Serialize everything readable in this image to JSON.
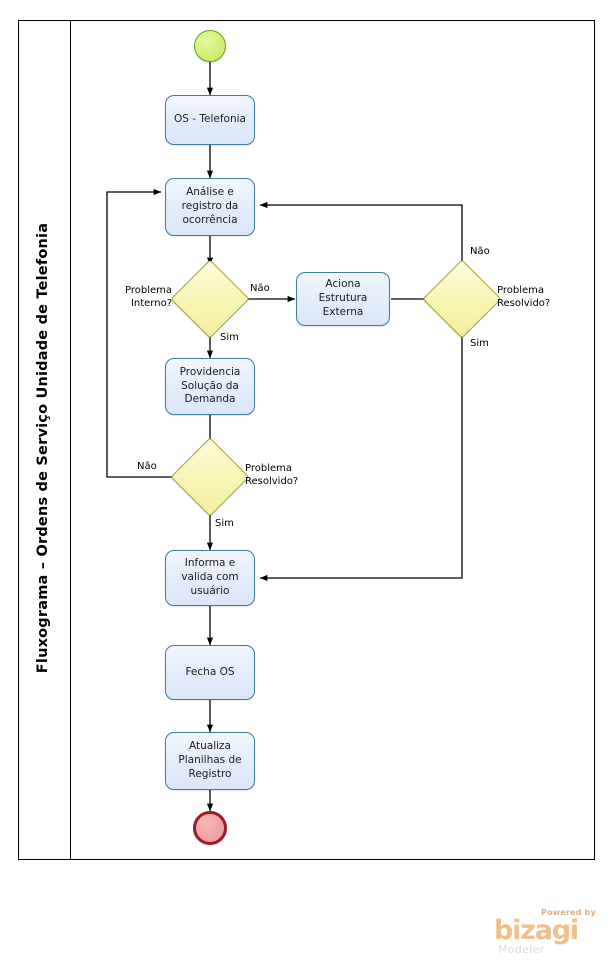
{
  "diagram": {
    "lane_title": "Fluxograma – Ordens de Serviço Unidade de Telefonia",
    "type": "bpmn-flowchart",
    "colors": {
      "task_border": "#3f7b9d",
      "task_fill": "#e3ecfa",
      "gateway_border": "#a6a13c",
      "gateway_fill": "#f7f5b4",
      "start_border": "#62a615",
      "start_fill": "#d3ef78",
      "end_border": "#9e1b24",
      "end_fill": "#f0a5a5",
      "connector": "#000000",
      "frame": "#000000"
    },
    "nodes": [
      {
        "id": "start",
        "kind": "start-event",
        "label": ""
      },
      {
        "id": "os",
        "kind": "task",
        "label": "OS - Telefonia"
      },
      {
        "id": "analise",
        "kind": "task",
        "label": "Análise  e\nregistro da\nocorrência"
      },
      {
        "id": "gw_interno",
        "kind": "gateway",
        "label": "Problema\nInterno?"
      },
      {
        "id": "aciona",
        "kind": "task",
        "label": "Aciona\nEstrutura\nExterna"
      },
      {
        "id": "gw_res_dir",
        "kind": "gateway",
        "label": "Problema\nResolvido?"
      },
      {
        "id": "providencia",
        "kind": "task",
        "label": "Providencia\nSolução da\nDemanda"
      },
      {
        "id": "gw_res_esq",
        "kind": "gateway",
        "label": "Problema\nResolvido?"
      },
      {
        "id": "informa",
        "kind": "task",
        "label": "Informa e\nvalida com\nusuário"
      },
      {
        "id": "fecha",
        "kind": "task",
        "label": "Fecha OS"
      },
      {
        "id": "atualiza",
        "kind": "task",
        "label": "Atualiza\nPlanilhas de\nRegistro"
      },
      {
        "id": "end",
        "kind": "end-event",
        "label": ""
      }
    ],
    "flow_labels": {
      "interno_nao": "Não",
      "interno_sim": "Sim",
      "res_dir_nao": "Não",
      "res_dir_sim": "Sim",
      "res_esq_nao": "Não",
      "res_esq_sim": "Sim"
    },
    "edges": [
      {
        "from": "start",
        "to": "os",
        "label": ""
      },
      {
        "from": "os",
        "to": "analise",
        "label": ""
      },
      {
        "from": "analise",
        "to": "gw_interno",
        "label": ""
      },
      {
        "from": "gw_interno",
        "to": "aciona",
        "label": "Não"
      },
      {
        "from": "gw_interno",
        "to": "providencia",
        "label": "Sim"
      },
      {
        "from": "aciona",
        "to": "gw_res_dir",
        "label": ""
      },
      {
        "from": "gw_res_dir",
        "to": "analise",
        "label": "Não"
      },
      {
        "from": "gw_res_dir",
        "to": "informa",
        "label": "Sim"
      },
      {
        "from": "providencia",
        "to": "gw_res_esq",
        "label": ""
      },
      {
        "from": "gw_res_esq",
        "to": "analise",
        "label": "Não"
      },
      {
        "from": "gw_res_esq",
        "to": "informa",
        "label": "Sim"
      },
      {
        "from": "informa",
        "to": "fecha",
        "label": ""
      },
      {
        "from": "fecha",
        "to": "atualiza",
        "label": ""
      },
      {
        "from": "atualiza",
        "to": "end",
        "label": ""
      }
    ]
  },
  "branding": {
    "powered_by": "Powered by",
    "product": "bizagi",
    "edition": "Modeler"
  }
}
